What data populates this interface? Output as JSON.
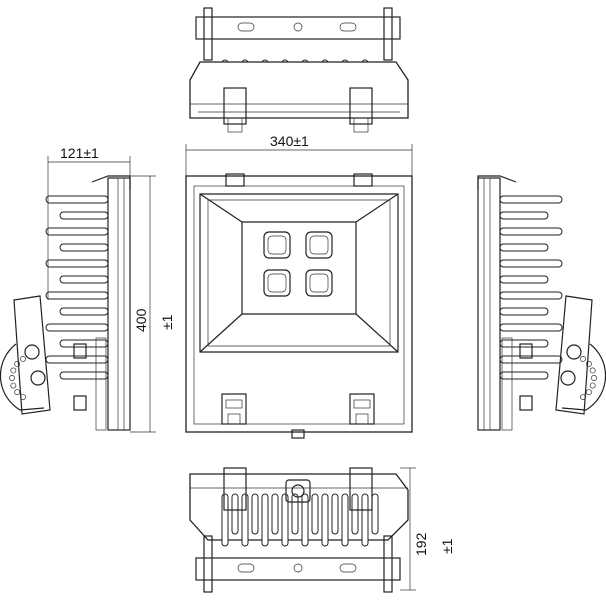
{
  "dimensions": {
    "width_label": "340±1",
    "depth_label": "121±1",
    "height_value": "400",
    "height_tol": "±1",
    "side_value": "192",
    "side_tol": "±1"
  },
  "icons": {
    "led_module": "rounded-square-led-icon",
    "bracket": "mounting-bracket-icon"
  },
  "colors": {
    "line": "#222222",
    "background": "#ffffff"
  }
}
